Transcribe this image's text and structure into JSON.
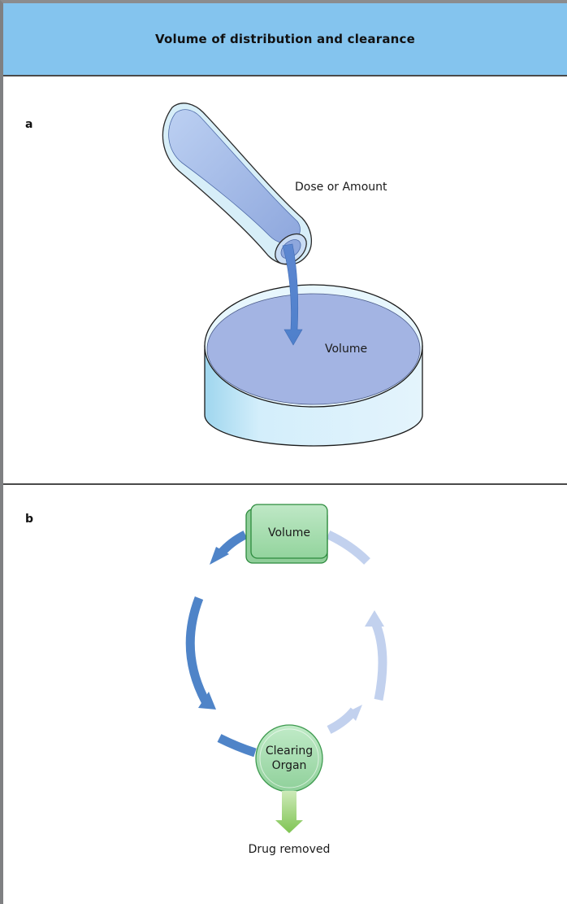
{
  "header": {
    "title": "Volume of distribution and clearance"
  },
  "panel_a": {
    "label": "a",
    "dose_label": "Dose or Amount",
    "volume_label": "Volume"
  },
  "panel_b": {
    "label": "b",
    "volume_box_label": "Volume",
    "organ_label_line1": "Clearing",
    "organ_label_line2": "Organ",
    "removed_label": "Drug removed"
  },
  "colors": {
    "header_bg": "#84c4ee",
    "liquid": "#a3b4e3",
    "arrow_dark": "#4f84c8",
    "arrow_light": "#c2d1ee",
    "organ_green": "#a8deb2",
    "removed_arrow": "#8ccc66"
  }
}
